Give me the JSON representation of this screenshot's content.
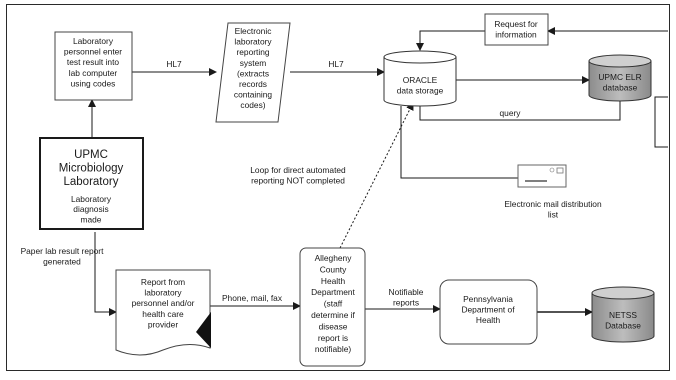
{
  "nodes": {
    "lab_entry": [
      "Laboratory",
      "personnel enter",
      "test result into",
      "lab computer",
      "using codes"
    ],
    "elr_system": [
      "Electronic",
      "laboratory",
      "reporting",
      "system",
      "(extracts",
      "records",
      "containing",
      "codes)"
    ],
    "oracle": [
      "ORACLE",
      "data storage"
    ],
    "request_info": [
      "Request for",
      "information"
    ],
    "upmc_elr_db": [
      "UPMC ELR",
      "database"
    ],
    "micro_lab_title": [
      "UPMC",
      "Microbiology",
      "Laboratory"
    ],
    "micro_lab_sub": [
      "Laboratory",
      "diagnosis",
      "made"
    ],
    "report_doc": [
      "Report from",
      "laboratory",
      "personnel and/or",
      "health care",
      "provider"
    ],
    "allegheny": [
      "Allegheny",
      "County",
      "Health",
      "Department",
      "(staff",
      "determine if",
      "disease",
      "report is",
      "notifiable)"
    ],
    "pa_doh": [
      "Pennsylvania",
      "Department of",
      "Health"
    ],
    "netss_db": [
      "NETSS",
      "Database"
    ],
    "email_list": [
      "Electronic mail distribution",
      "list"
    ]
  },
  "labels": {
    "hl7_a": "HL7",
    "hl7_b": "HL7",
    "query": "query",
    "loop": [
      "Loop for direct automated",
      "reporting NOT completed"
    ],
    "paper": [
      "Paper lab result report",
      "generated"
    ],
    "phone": "Phone, mail, fax",
    "notifiable": [
      "Notifiable",
      "reports"
    ]
  }
}
